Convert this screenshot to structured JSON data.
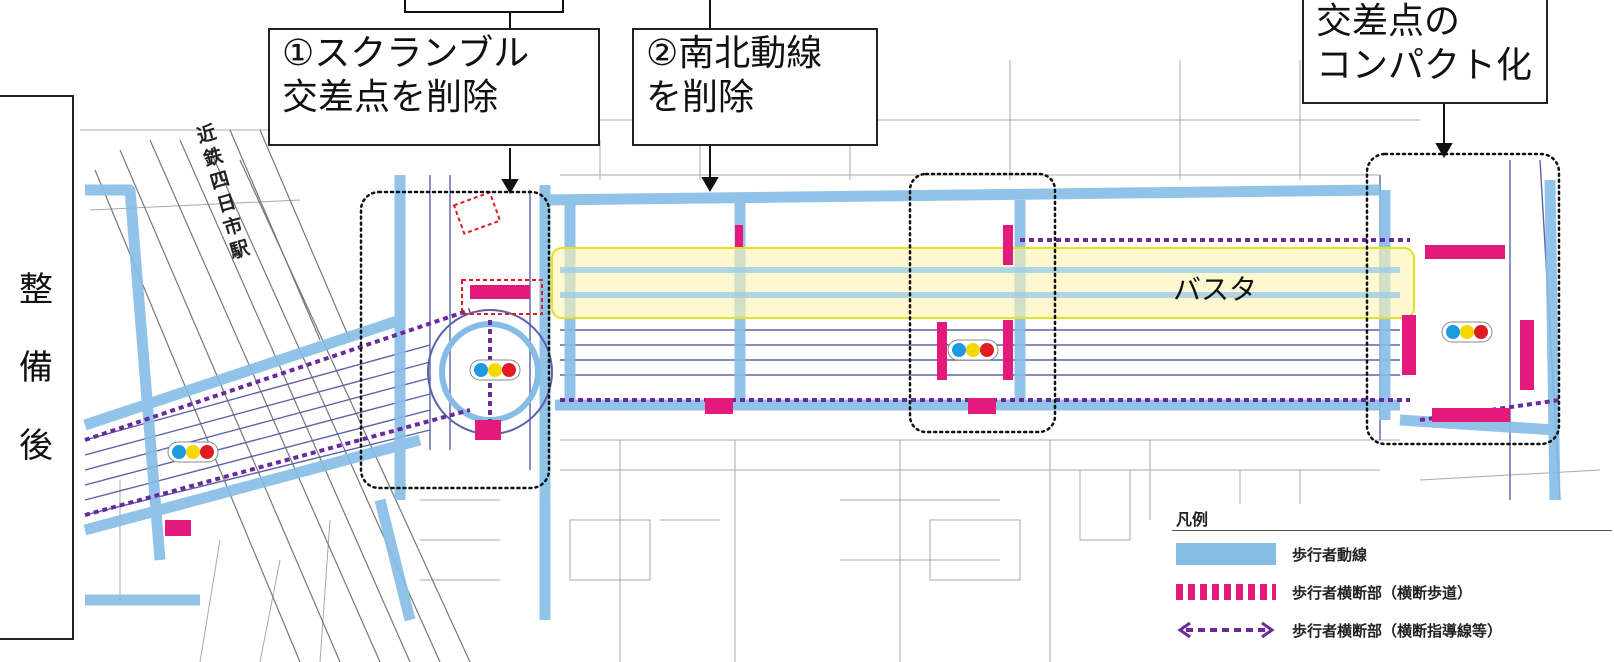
{
  "callouts": {
    "scramble": [
      "①スクランブル",
      "交差点を削除"
    ],
    "north_south": [
      "②南北動線",
      "を削除"
    ],
    "compact": [
      "交差点の",
      "コンパクト化"
    ]
  },
  "side_label": [
    "整",
    "備",
    "後"
  ],
  "station_name": [
    "近",
    "鉄",
    "四",
    "日",
    "市",
    "駅"
  ],
  "bus_terminal_label": "バスタ",
  "legend": {
    "title": "凡例",
    "items": [
      {
        "label": "歩行者動線",
        "symbol": "walk-route"
      },
      {
        "label": "歩行者横断部（横断歩道）",
        "symbol": "crosswalk"
      },
      {
        "label": "歩行者横断部（横断指導線等）",
        "symbol": "guide-line"
      }
    ]
  },
  "colors": {
    "pedestrian_route": "#86bde6",
    "crosswalk": "#e3197c",
    "guide_line": "#6a2a9c",
    "bus_terminal_fill": "#fbf3b0",
    "bus_terminal_outline": "#e8e020",
    "focus_box": "#111111",
    "map_line": "#9a9a9a",
    "signal_red": "#e01b22",
    "signal_yellow": "#f5d800",
    "signal_blue": "#1e9be0"
  }
}
